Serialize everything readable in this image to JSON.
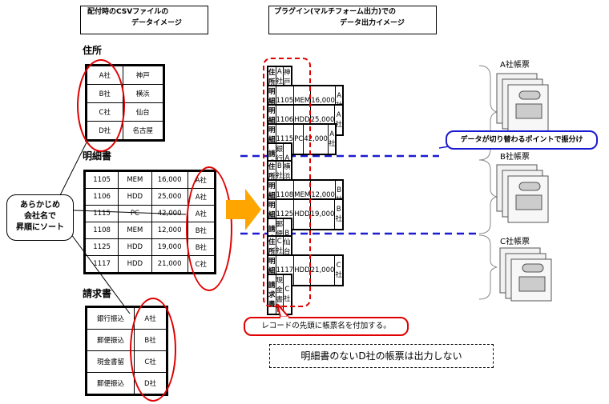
{
  "left_title": {
    "line1": "配付時のCSVファイルの",
    "line2": "データイメージ"
  },
  "right_title": {
    "line1": "プラグイン(マルチフォーム出力)での",
    "line2": "データ出力イメージ"
  },
  "address": {
    "heading": "住所",
    "rows": [
      [
        "A社",
        "神戸"
      ],
      [
        "B社",
        "横浜"
      ],
      [
        "C社",
        "仙台"
      ],
      [
        "D社",
        "名古屋"
      ]
    ]
  },
  "details": {
    "heading": "明細書",
    "rows": [
      [
        "1105",
        "MEM",
        "16,000",
        "A社"
      ],
      [
        "1106",
        "HDD",
        "25,000",
        "A社"
      ],
      [
        "1115",
        "PC",
        "42,000",
        "A社"
      ],
      [
        "1108",
        "MEM",
        "12,000",
        "B社"
      ],
      [
        "1125",
        "HDD",
        "19,000",
        "B社"
      ],
      [
        "1117",
        "HDD",
        "21,000",
        "C社"
      ]
    ]
  },
  "invoice": {
    "heading": "請求書",
    "rows": [
      [
        "銀行振込",
        "A社"
      ],
      [
        "郵便振込",
        "B社"
      ],
      [
        "現金書留",
        "C社"
      ],
      [
        "郵便振込",
        "D社"
      ]
    ]
  },
  "sort_note": {
    "line1": "あらかじめ",
    "line2": "会社名で",
    "line3": "昇順にソート"
  },
  "output": {
    "group_a": [
      [
        "住所",
        "A社",
        "神戸"
      ],
      [
        "明細書",
        "1105",
        "MEM",
        "16,000",
        "A社"
      ],
      [
        "明細書",
        "1106",
        "HDD",
        "25,000",
        "A社"
      ],
      [
        "明細書",
        "1115",
        "PC",
        "42,000",
        "A社"
      ],
      [
        "請求書",
        "銀行振込",
        "A社"
      ]
    ],
    "group_b": [
      [
        "住所",
        "B社",
        "横浜"
      ],
      [
        "明細書",
        "1108",
        "MEM",
        "12,000",
        "B社"
      ],
      [
        "明細書",
        "1125",
        "HDD",
        "19,000",
        "B社"
      ],
      [
        "請求書",
        "郵便振込",
        "B社"
      ]
    ],
    "group_c": [
      [
        "住所",
        "C社",
        "仙台"
      ],
      [
        "明細書",
        "1117",
        "HDD",
        "21,000",
        "C社"
      ],
      [
        "請求書",
        "現金書留",
        "C社"
      ]
    ]
  },
  "switch_note": "データが切り替わるポイントで振分け",
  "prefix_note": "レコードの先頭に帳票名を付加する。",
  "skip_note": "明細書のないD社の帳票は出力しない",
  "form_labels": [
    "A社帳票",
    "B社帳票",
    "C社帳票"
  ],
  "colors": {
    "red": "#e00000",
    "blue": "#1a1ad0",
    "arrow": "#ffa500"
  }
}
